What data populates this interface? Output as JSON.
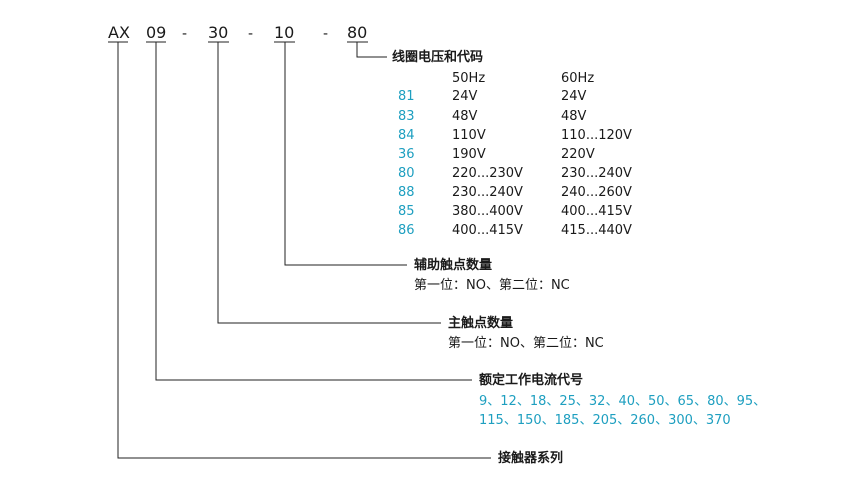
{
  "code_parts": [
    "AX",
    "09",
    "-",
    "30",
    "-",
    "10",
    "-",
    "80"
  ],
  "coil": {
    "title": "线圈电压和代码",
    "header_50": "50Hz",
    "header_60": "60Hz",
    "rows": [
      {
        "code": "81",
        "v50": "24V",
        "v60": "24V"
      },
      {
        "code": "83",
        "v50": "48V",
        "v60": "48V"
      },
      {
        "code": "84",
        "v50": "110V",
        "v60": "110...120V"
      },
      {
        "code": "36",
        "v50": "190V",
        "v60": "220V"
      },
      {
        "code": "80",
        "v50": "220...230V",
        "v60": "230...240V"
      },
      {
        "code": "88",
        "v50": "230...240V",
        "v60": "240...260V"
      },
      {
        "code": "85",
        "v50": "380...400V",
        "v60": "400...415V"
      },
      {
        "code": "86",
        "v50": "400...415V",
        "v60": "415...440V"
      }
    ]
  },
  "aux": {
    "title": "辅助触点数量",
    "desc": "第一位：NO、第二位：NC"
  },
  "main_contacts": {
    "title": "主触点数量",
    "desc": "第一位：NO、第二位：NC"
  },
  "rated_current": {
    "title": "额定工作电流代号",
    "line1": "9、12、18、25、32、40、50、65、80、95、",
    "line2": "115、150、185、205、260、300、370"
  },
  "series": {
    "title": "接触器系列"
  },
  "colors": {
    "text": "#1a1a1a",
    "accent": "#1e9fc0",
    "line": "#222222"
  }
}
